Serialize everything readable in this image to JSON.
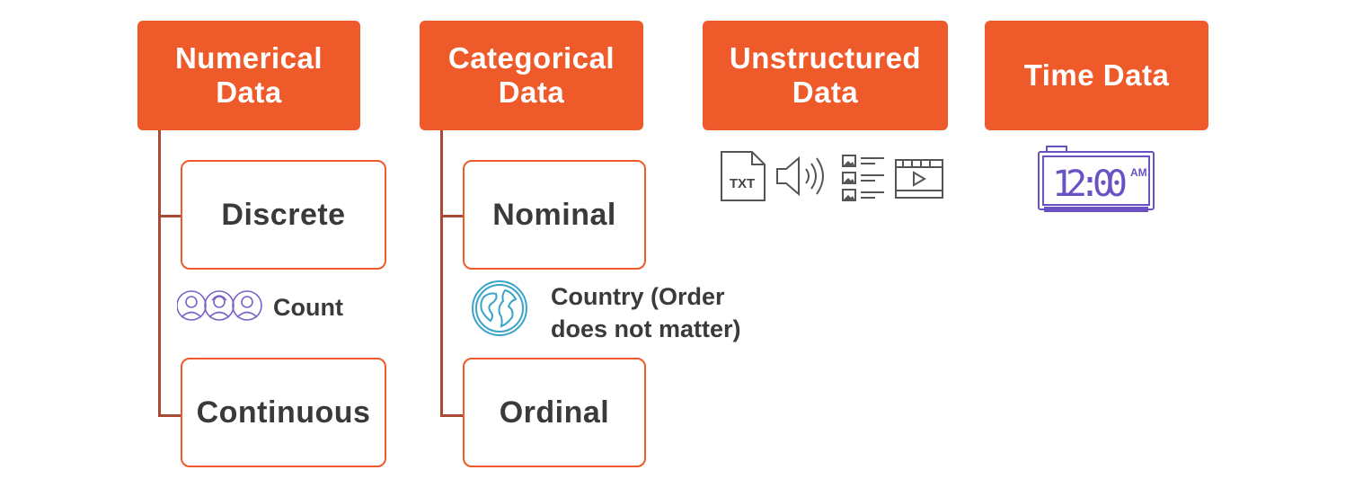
{
  "headers": {
    "numerical": {
      "line1": "Numerical",
      "line2": "Data"
    },
    "categorical": {
      "line1": "Categorical",
      "line2": "Data"
    },
    "unstructured": {
      "line1": "Unstructured",
      "line2": "Data"
    },
    "time": {
      "line1": "Time Data"
    }
  },
  "numerical": {
    "discrete_label": "Discrete",
    "continuous_label": "Continuous",
    "count_note": "Count"
  },
  "categorical": {
    "nominal_label": "Nominal",
    "ordinal_label": "Ordinal",
    "country_note_line1": "Country (Order",
    "country_note_line2": "does not matter)"
  },
  "unstructured_icons": {
    "txt_label": "TXT",
    "icons": [
      "txt-file-icon",
      "speaker-icon",
      "image-list-icon",
      "video-player-icon"
    ]
  },
  "time_icon": {
    "clock_text": "12:00",
    "ampm": "AM",
    "icon": "digital-clock-icon"
  },
  "colors": {
    "accent": "#ef5a2a",
    "connector": "#a84a33",
    "text": "#3a3a3a",
    "people_icon": "#7b62c7",
    "globe_icon": "#3aa3c9",
    "clock_icon": "#6b52c4"
  }
}
